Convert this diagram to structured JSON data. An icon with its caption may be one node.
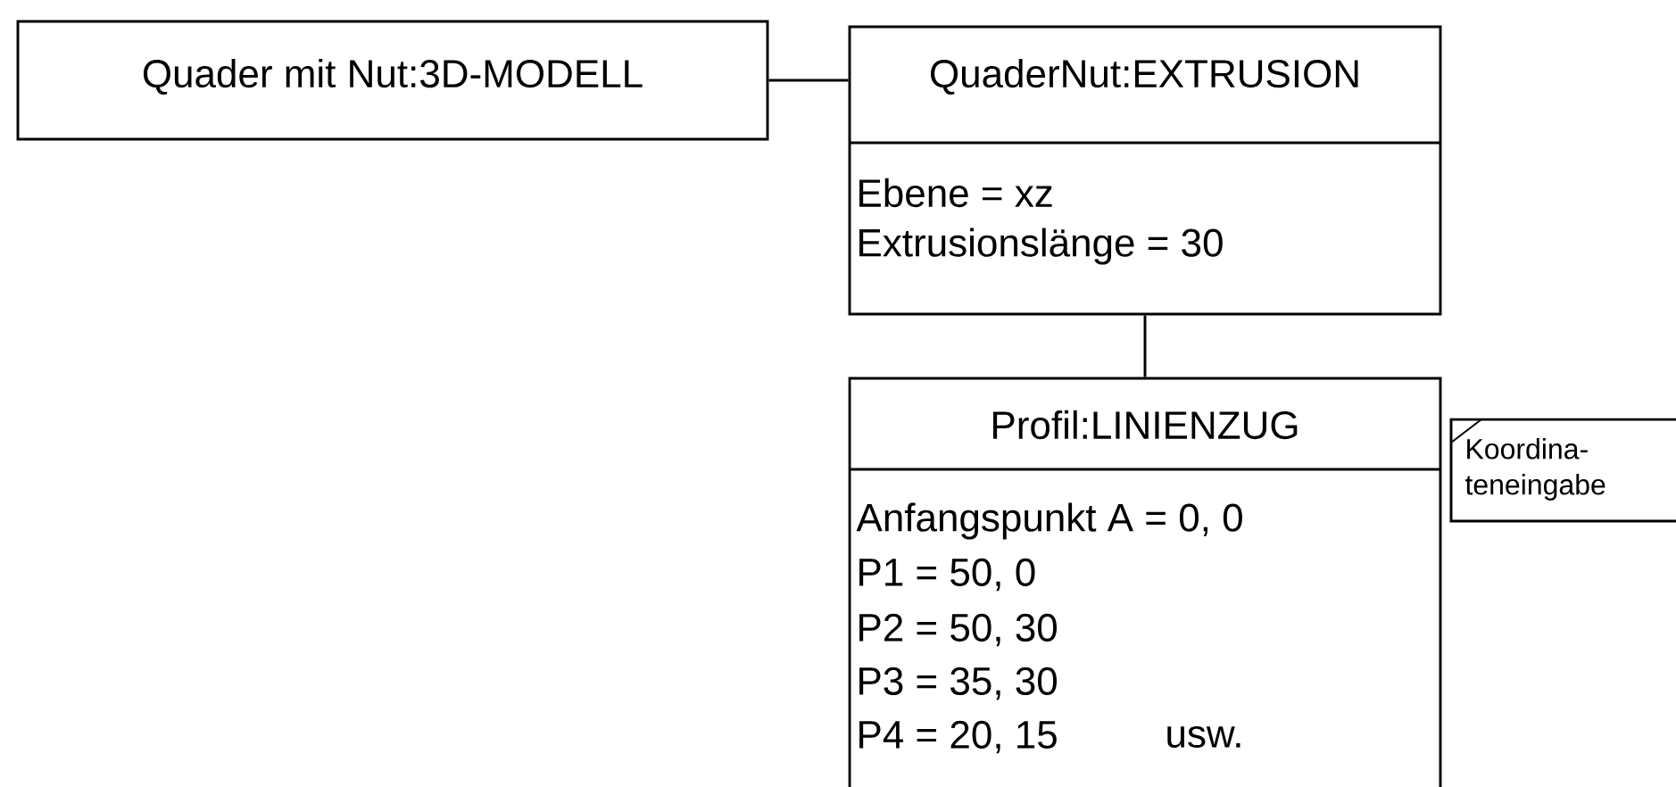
{
  "diagram": {
    "nodes": [
      {
        "text": [
          "Quader mit Nut:3D-MODELL"
        ]
      },
      {
        "text": [
          "QuaderNut:EXTRUSION",
          "Ebene = xz",
          "Extrusionslänge = 30"
        ]
      },
      {
        "text": [
          "Profil:LINIENZUG",
          "Anfangspunkt A = 0, 0",
          "P1 = 50, 0",
          "P2 = 50, 30",
          "P3 = 35, 30",
          "P4 = 20, 15",
          "usw."
        ]
      },
      {
        "text": [
          "Koordina- teneingabe"
        ]
      }
    ],
    "edges": [
      {
        "from": 0,
        "to": 1,
        "arrow": "none"
      },
      {
        "from": 1,
        "to": 2,
        "arrow": "none"
      }
    ]
  }
}
